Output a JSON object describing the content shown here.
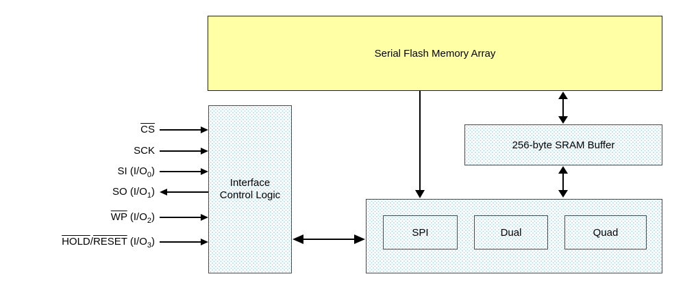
{
  "blocks": {
    "flash_label": "Serial Flash Memory Array",
    "sram_label": "256-byte SRAM Buffer",
    "icl_lines": [
      "Interface",
      "Control Logic"
    ],
    "io_modes": {
      "spi": "SPI",
      "dual": "Dual",
      "quad": "Quad"
    }
  },
  "signals": [
    {
      "id": "cs",
      "direction": "in",
      "segments": [
        {
          "text": "CS",
          "overline": true
        }
      ]
    },
    {
      "id": "sck",
      "direction": "in",
      "segments": [
        {
          "text": "SCK"
        }
      ]
    },
    {
      "id": "si",
      "direction": "in",
      "segments": [
        {
          "text": "SI (I/O"
        },
        {
          "text": "0",
          "sub": true
        },
        {
          "text": ")"
        }
      ]
    },
    {
      "id": "so",
      "direction": "out",
      "segments": [
        {
          "text": "SO (I/O"
        },
        {
          "text": "1",
          "sub": true
        },
        {
          "text": ")"
        }
      ]
    },
    {
      "id": "wp",
      "direction": "in",
      "segments": [
        {
          "text": "WP",
          "overline": true
        },
        {
          "text": " (I/O"
        },
        {
          "text": "2",
          "sub": true
        },
        {
          "text": ")"
        }
      ]
    },
    {
      "id": "hold_reset",
      "direction": "in",
      "segments": [
        {
          "text": "HOLD",
          "overline": true
        },
        {
          "text": "/"
        },
        {
          "text": "RESET",
          "overline": true
        },
        {
          "text": " (I/O"
        },
        {
          "text": "3",
          "sub": true
        },
        {
          "text": ")"
        }
      ]
    }
  ],
  "colors": {
    "flash_fill": "#FFFFA6",
    "stipple_dot": "#B5DCEA",
    "box_border": "#4A4A4A",
    "arrow": "#000000"
  }
}
